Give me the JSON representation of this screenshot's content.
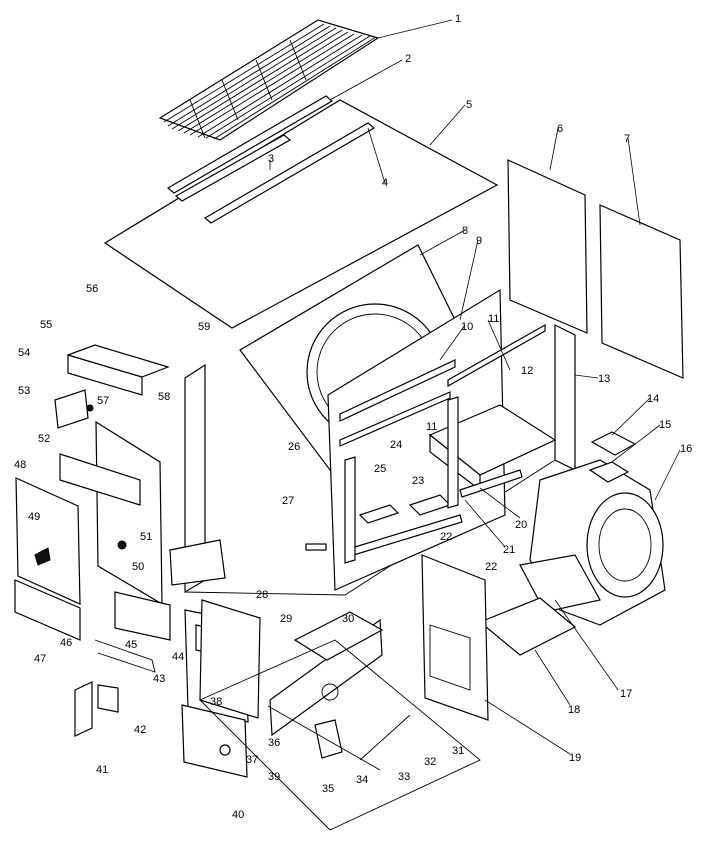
{
  "diagram": {
    "callouts": [
      "1",
      "2",
      "3",
      "4",
      "5",
      "6",
      "7",
      "8",
      "9",
      "10",
      "11",
      "11",
      "12",
      "13",
      "14",
      "15",
      "16",
      "17",
      "18",
      "19",
      "20",
      "21",
      "22",
      "22",
      "23",
      "24",
      "25",
      "26",
      "27",
      "28",
      "29",
      "30",
      "31",
      "32",
      "33",
      "34",
      "35",
      "36",
      "37",
      "38",
      "39",
      "40",
      "41",
      "42",
      "43",
      "44",
      "45",
      "46",
      "47",
      "48",
      "49",
      "50",
      "51",
      "52",
      "53",
      "54",
      "55",
      "56",
      "57",
      "58",
      "59"
    ]
  }
}
